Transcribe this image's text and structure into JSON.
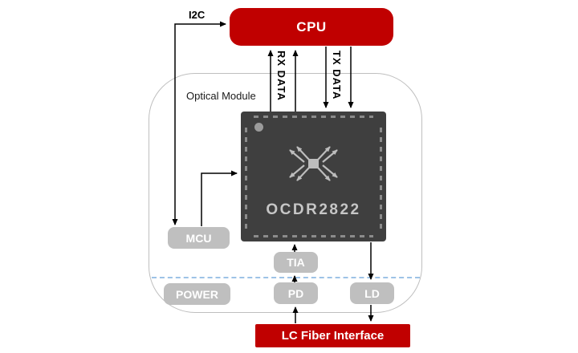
{
  "diagram": {
    "cpu": {
      "label": "CPU"
    },
    "optical_module": {
      "label": "Optical Module"
    },
    "chip": {
      "label": "OCDR2822"
    },
    "buses": {
      "i2c": "I2C",
      "rx": "RX DATA",
      "tx": "TX DATA"
    },
    "blocks": {
      "mcu": "MCU",
      "tia": "TIA",
      "power": "POWER",
      "pd": "PD",
      "ld": "LD"
    },
    "fiber": {
      "label": "LC Fiber Interface"
    },
    "colors": {
      "accent_red": "#c00000",
      "block_gray": "#bfbfbf",
      "chip_dark": "#3f3f3f",
      "divider_blue": "#9dc3e6",
      "outline_gray": "#bfbfbf",
      "line_black": "#000000"
    }
  }
}
